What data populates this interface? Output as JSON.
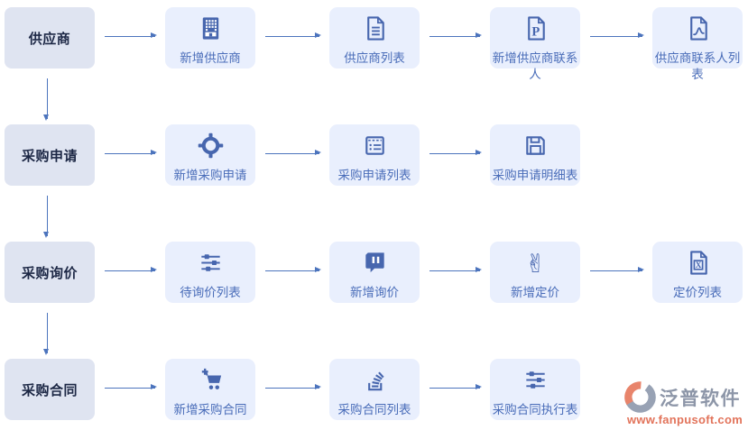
{
  "colors": {
    "icon": "#4766ae",
    "label": "#4a6db9",
    "arrow": "#4c74bd",
    "stage_bg": "#dfe4f1",
    "stage_text": "#1c2745",
    "step_bg": "#e9effd",
    "brand_gray": "#8d96a8",
    "brand_orange": "#e8846b",
    "brand_url_color": "#e2735a"
  },
  "flow": {
    "rows": [
      {
        "stage": "供应商",
        "steps": [
          {
            "label": "新增供应商",
            "icon": "building-icon"
          },
          {
            "label": "供应商列表",
            "icon": "document-list-icon"
          },
          {
            "label": "新增供应商联系人",
            "icon": "document-p-icon"
          },
          {
            "label": "供应商联系人列表",
            "icon": "file-pdf-icon"
          }
        ]
      },
      {
        "stage": "采购申请",
        "steps": [
          {
            "label": "新增采购申请",
            "icon": "target-icon"
          },
          {
            "label": "采购申请列表",
            "icon": "memo-icon"
          },
          {
            "label": "采购申请明细表",
            "icon": "save-icon"
          }
        ]
      },
      {
        "stage": "采购询价",
        "steps": [
          {
            "label": "待询价列表",
            "icon": "sliders-icon"
          },
          {
            "label": "新增询价",
            "icon": "chat-bubble-icon"
          },
          {
            "label": "新增定价",
            "icon": "victory-hand-icon"
          },
          {
            "label": "定价列表",
            "icon": "excel-file-icon"
          }
        ]
      },
      {
        "stage": "采购合同",
        "steps": [
          {
            "label": "新增采购合同",
            "icon": "cart-plus-icon"
          },
          {
            "label": "采购合同列表",
            "icon": "stack-icon"
          },
          {
            "label": "采购合同执行表",
            "icon": "sliders-icon"
          }
        ]
      }
    ]
  },
  "brand": {
    "name": "泛普软件",
    "url": "www.fanpusoft.com",
    "logo": "fanpu-logo-icon"
  }
}
